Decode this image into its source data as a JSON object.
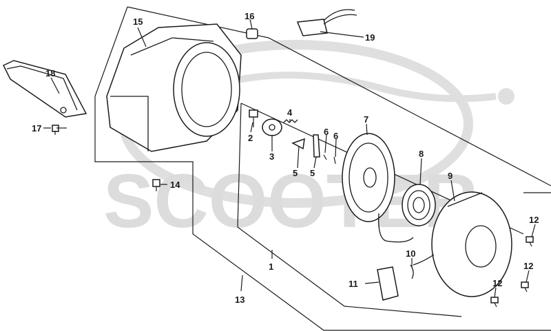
{
  "watermark": {
    "text": "SCOOTER",
    "color": "#d9d9d9"
  },
  "callouts": [
    {
      "id": "c1",
      "label": "1"
    },
    {
      "id": "c2",
      "label": "2"
    },
    {
      "id": "c3",
      "label": "3"
    },
    {
      "id": "c4",
      "label": "4"
    },
    {
      "id": "c5a",
      "label": "5"
    },
    {
      "id": "c5b",
      "label": "5"
    },
    {
      "id": "c6a",
      "label": "6"
    },
    {
      "id": "c6b",
      "label": "6"
    },
    {
      "id": "c7",
      "label": "7"
    },
    {
      "id": "c8",
      "label": "8"
    },
    {
      "id": "c9",
      "label": "9"
    },
    {
      "id": "c10",
      "label": "10"
    },
    {
      "id": "c11",
      "label": "11"
    },
    {
      "id": "c12a",
      "label": "12"
    },
    {
      "id": "c12b",
      "label": "12"
    },
    {
      "id": "c12c",
      "label": "12"
    },
    {
      "id": "c13",
      "label": "13"
    },
    {
      "id": "c14",
      "label": "14"
    },
    {
      "id": "c15",
      "label": "15"
    },
    {
      "id": "c16",
      "label": "16"
    },
    {
      "id": "c17",
      "label": "17"
    },
    {
      "id": "c18",
      "label": "18"
    },
    {
      "id": "c19",
      "label": "19"
    }
  ],
  "line_color": "#1a1a1a"
}
